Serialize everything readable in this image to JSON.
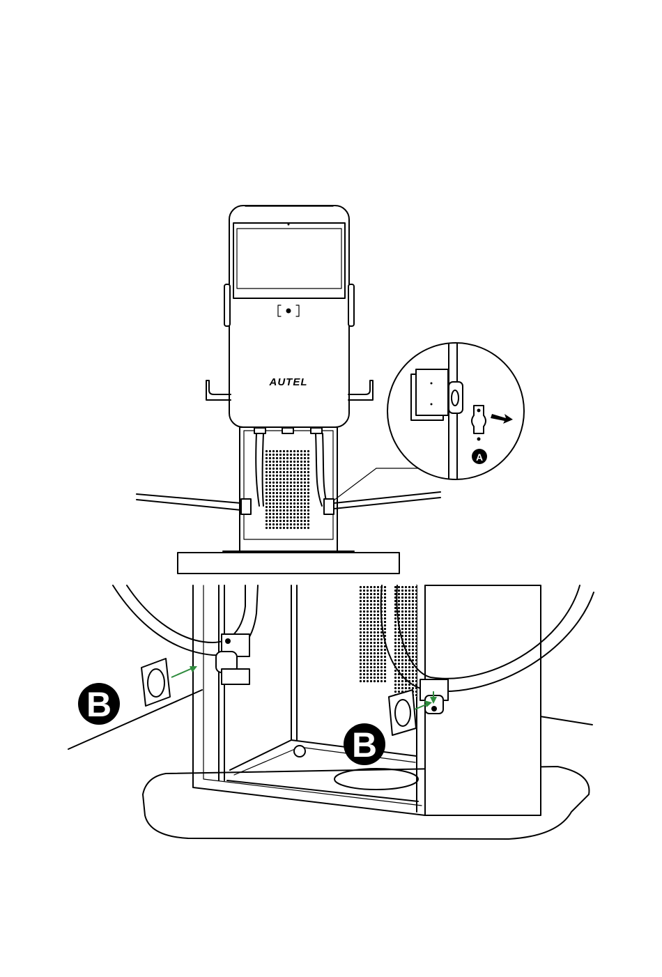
{
  "diagram": {
    "brand_logo": "AUTEL",
    "callouts": [
      {
        "id": "A",
        "label": "A"
      },
      {
        "id": "B",
        "label": "B"
      }
    ],
    "colors": {
      "line": "#000000",
      "background": "#ffffff",
      "arrow_green": "#2e8b3d",
      "badge_fill": "#000000",
      "badge_text": "#ffffff"
    },
    "icons": [
      "arrow-right-icon",
      "green-arrow-icon",
      "cable-clip-icon",
      "cable-gland-icon"
    ]
  }
}
